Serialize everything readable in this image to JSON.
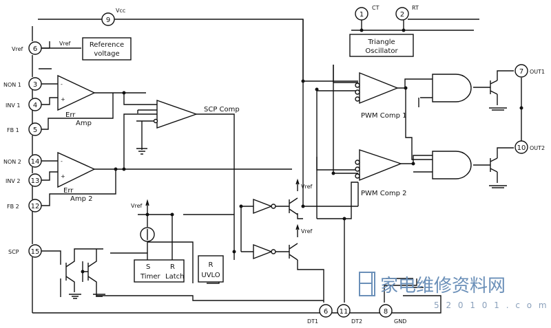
{
  "pins": [
    {
      "num": "9",
      "label": "Vcc"
    },
    {
      "num": "6",
      "label": "Vref"
    },
    {
      "num": "3",
      "label": "NON 1"
    },
    {
      "num": "4",
      "label": "INV 1"
    },
    {
      "num": "5",
      "label": "FB 1"
    },
    {
      "num": "14",
      "label": "NON 2"
    },
    {
      "num": "13",
      "label": "INV 2"
    },
    {
      "num": "12",
      "label": "FB 2"
    },
    {
      "num": "15",
      "label": "SCP"
    },
    {
      "num": "1",
      "label": "CT"
    },
    {
      "num": "2",
      "label": "RT"
    },
    {
      "num": "7",
      "label": "OUT1"
    },
    {
      "num": "10",
      "label": "OUT2"
    },
    {
      "num": "6",
      "label": "DT1"
    },
    {
      "num": "11",
      "label": "DT2"
    },
    {
      "num": "8",
      "label": "GND"
    }
  ],
  "blocks": {
    "reference": [
      "Reference",
      "voltage"
    ],
    "ref_in": "Vref",
    "oscillator": [
      "Triangle",
      "Oscillator"
    ],
    "err_amp1": [
      "Err",
      "Amp"
    ],
    "err_amp2": [
      "Err",
      "Amp 2"
    ],
    "scp_comp": "SCP Comp",
    "pwm1": "PWM Comp 1",
    "pwm2": "PWM Comp 2",
    "timer": [
      "S",
      "R",
      "Timer",
      "Latch"
    ],
    "uvlo": [
      "R",
      "UVLO"
    ],
    "vref_labels": [
      "Vref",
      "Vref",
      "Vref"
    ],
    "opamp_signs": [
      "-",
      "+"
    ]
  },
  "watermark": {
    "text": "家电维修资料网",
    "url": "5 2 0 1 0 1 . c o m"
  }
}
